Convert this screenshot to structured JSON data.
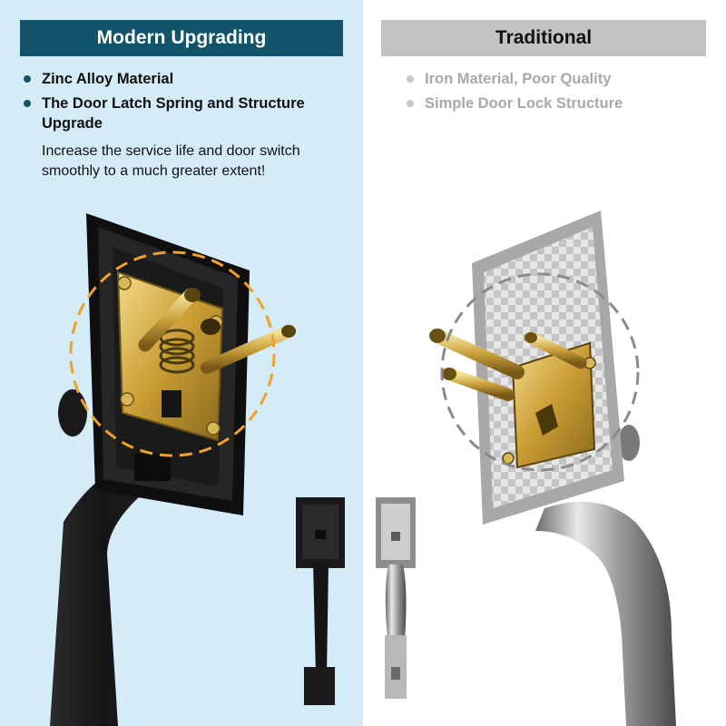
{
  "left_panel": {
    "title": "Modern Upgrading",
    "bullets": [
      "Zinc Alloy Material",
      "The Door Latch Spring and Structure Upgrade"
    ],
    "description": "Increase the service life and door switch smoothly to a much greater extent!"
  },
  "right_panel": {
    "title": "Traditional",
    "bullets": [
      "Iron Material, Poor Quality",
      "Simple Door Lock Structure"
    ]
  },
  "colors": {
    "left_bg": "#d4ecf7",
    "left_header": "#14546a",
    "right_header": "#c2c2c2",
    "brass": "#d7b550",
    "matte_black": "#1c1c1c",
    "satin_nickel": "#b8b8b8"
  },
  "icons": [
    "bullet-dot-icon",
    "brass-latch-mechanism-icon",
    "matte-black-handleset-icon",
    "satin-nickel-handleset-icon"
  ]
}
